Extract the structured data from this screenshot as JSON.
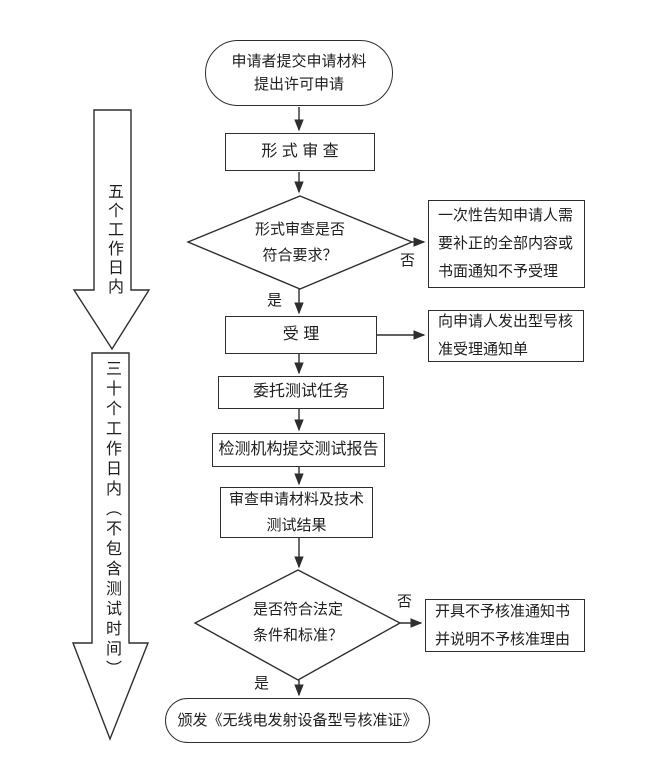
{
  "flow": {
    "start": "申请者提交申请材料\n提出许可申请",
    "formal_review": "形 式 审 查",
    "decision1": "形式审查是否\n符合要求？",
    "notify_correction": "一次性告知申请人需\n要补正的全部内容或\n书面通知不予受理",
    "accept": "受  理",
    "accept_notice": "向申请人发出型号核\n准受理通知单",
    "delegate_test": "委托测试任务",
    "submit_report": "检测机构提交测试报告",
    "review_materials": "审查申请材料及技术\n测试结果",
    "decision2": "是否符合法定\n条件和标准？",
    "reject_notice": "开具不予核准通知书\n并说明不予核准理由",
    "issue_cert": "颁发《无线电发射设备型号核准证》"
  },
  "labels": {
    "no": "否",
    "yes": "是"
  },
  "timeline": {
    "five_days": "五个工作日内",
    "thirty_days": "三十个工作日内（不包含测试时间）"
  },
  "colors": {
    "line": "#2e2e2e",
    "background": "#ffffff"
  }
}
